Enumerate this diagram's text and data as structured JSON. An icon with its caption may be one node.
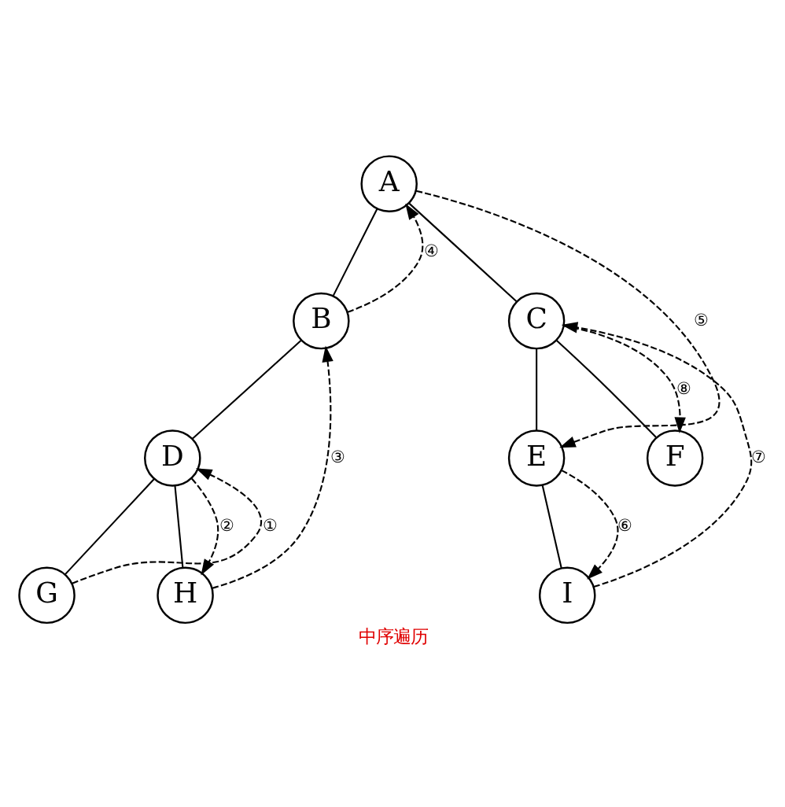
{
  "diagram": {
    "caption": "中序遍历",
    "nodes": [
      {
        "text": [
          "A"
        ]
      },
      {
        "text": [
          "B"
        ]
      },
      {
        "text": [
          "C"
        ]
      },
      {
        "text": [
          "D"
        ]
      },
      {
        "text": [
          "E"
        ]
      },
      {
        "text": [
          "F"
        ]
      },
      {
        "text": [
          "G"
        ]
      },
      {
        "text": [
          "H"
        ]
      },
      {
        "text": [
          "I"
        ]
      }
    ],
    "edges": [
      {
        "from": 0,
        "to": 1,
        "arrow": "none"
      },
      {
        "from": 0,
        "to": 2,
        "arrow": "none"
      },
      {
        "from": 1,
        "to": 3,
        "arrow": "none"
      },
      {
        "from": 2,
        "to": 4,
        "arrow": "none"
      },
      {
        "from": 2,
        "to": 5,
        "arrow": "none"
      },
      {
        "from": 3,
        "to": 6,
        "arrow": "none"
      },
      {
        "from": 3,
        "to": 7,
        "arrow": "none"
      },
      {
        "from": 4,
        "to": 8,
        "arrow": "none"
      },
      {
        "from": 6,
        "to": 3,
        "arrow": "to",
        "style": "dashed",
        "label": "①"
      },
      {
        "from": 3,
        "to": 7,
        "arrow": "to",
        "style": "dashed",
        "label": "②"
      },
      {
        "from": 7,
        "to": 1,
        "arrow": "to",
        "style": "dashed",
        "label": "③"
      },
      {
        "from": 1,
        "to": 0,
        "arrow": "to",
        "style": "dashed",
        "label": "④"
      },
      {
        "from": 0,
        "to": 4,
        "arrow": "to",
        "style": "dashed",
        "label": "⑤"
      },
      {
        "from": 4,
        "to": 8,
        "arrow": "to",
        "style": "dashed",
        "label": "⑥"
      },
      {
        "from": 8,
        "to": 2,
        "arrow": "to",
        "style": "dashed",
        "label": "⑦"
      },
      {
        "from": 2,
        "to": 5,
        "arrow": "to",
        "style": "dashed",
        "label": "⑧"
      }
    ]
  }
}
